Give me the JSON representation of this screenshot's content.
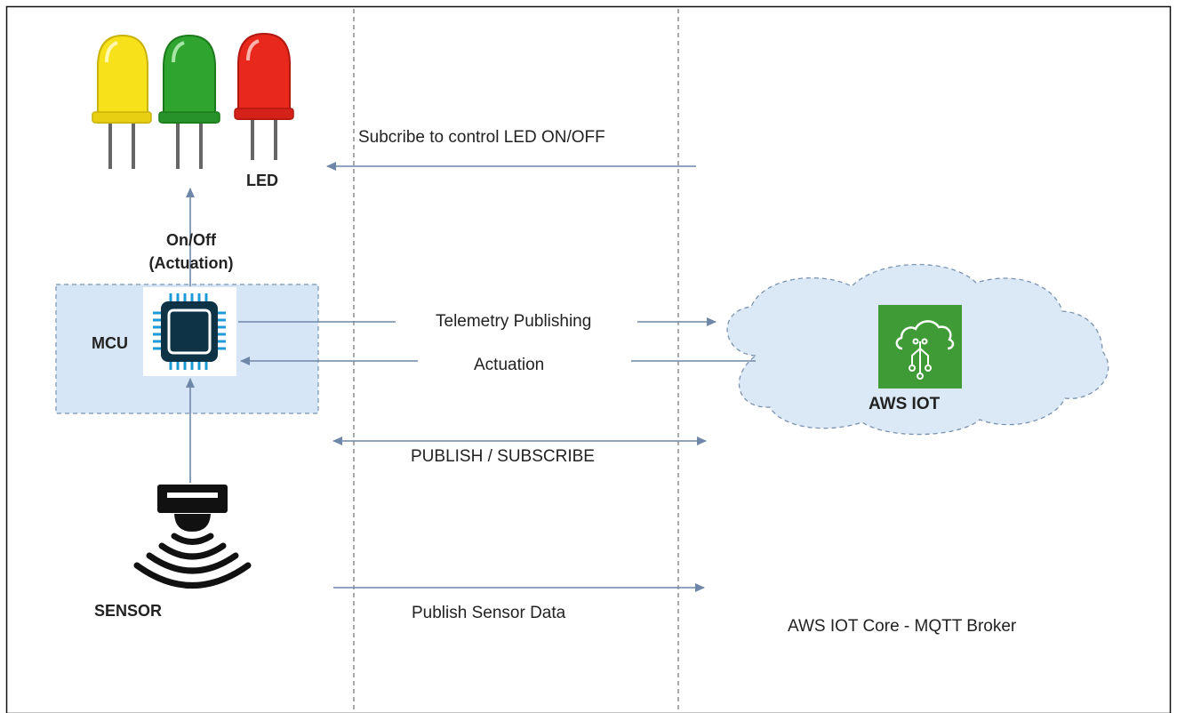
{
  "diagram": {
    "led_label": "LED",
    "actuation_line1": "On/Off",
    "actuation_line2": "(Actuation)",
    "mcu_label": "MCU",
    "sensor_label": "SENSOR",
    "cloud_label": "AWS IOT",
    "subscribe_label": "Subcribe to control LED ON/OFF",
    "telemetry_label": "Telemetry Publishing",
    "actuation_label": "Actuation",
    "pubsub_label": "PUBLISH / SUBSCRIBE",
    "publish_sensor_label": "Publish Sensor Data",
    "broker_label": "AWS IOT Core - MQTT Broker"
  },
  "colors": {
    "arrow": "#6f87a8",
    "mcu_fill": "#d7e6f6",
    "cloud_fill": "#dbe9f7",
    "aws_icon": "#3f9b35",
    "led_yellow": "#f7e11a",
    "led_green": "#2fa52f",
    "led_red": "#e8271d",
    "chip": "#0e3246"
  },
  "icons": [
    "led-yellow-icon",
    "led-green-icon",
    "led-red-icon",
    "chip-icon",
    "sensor-icon",
    "aws-iot-icon",
    "cloud-icon"
  ]
}
